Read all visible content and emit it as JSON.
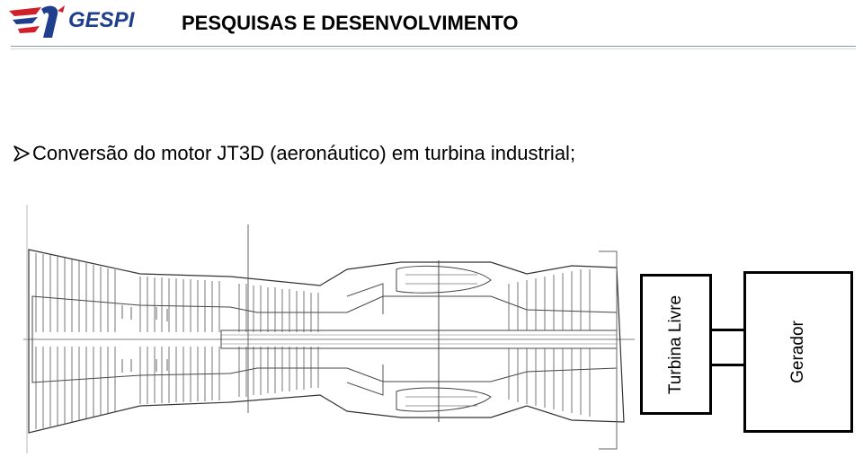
{
  "header": {
    "logo_text": "GESPI",
    "title": "PESQUISAS E DESENVOLVIMENTO"
  },
  "content": {
    "bullet_text": "Conversão do motor JT3D (aeronáutico) em turbina industrial;"
  },
  "diagram": {
    "turbine_label": "Turbina Livre",
    "generator_label": "Gerador"
  },
  "colors": {
    "logo_red": "#d0202a",
    "logo_blue": "#1f3e8c"
  }
}
